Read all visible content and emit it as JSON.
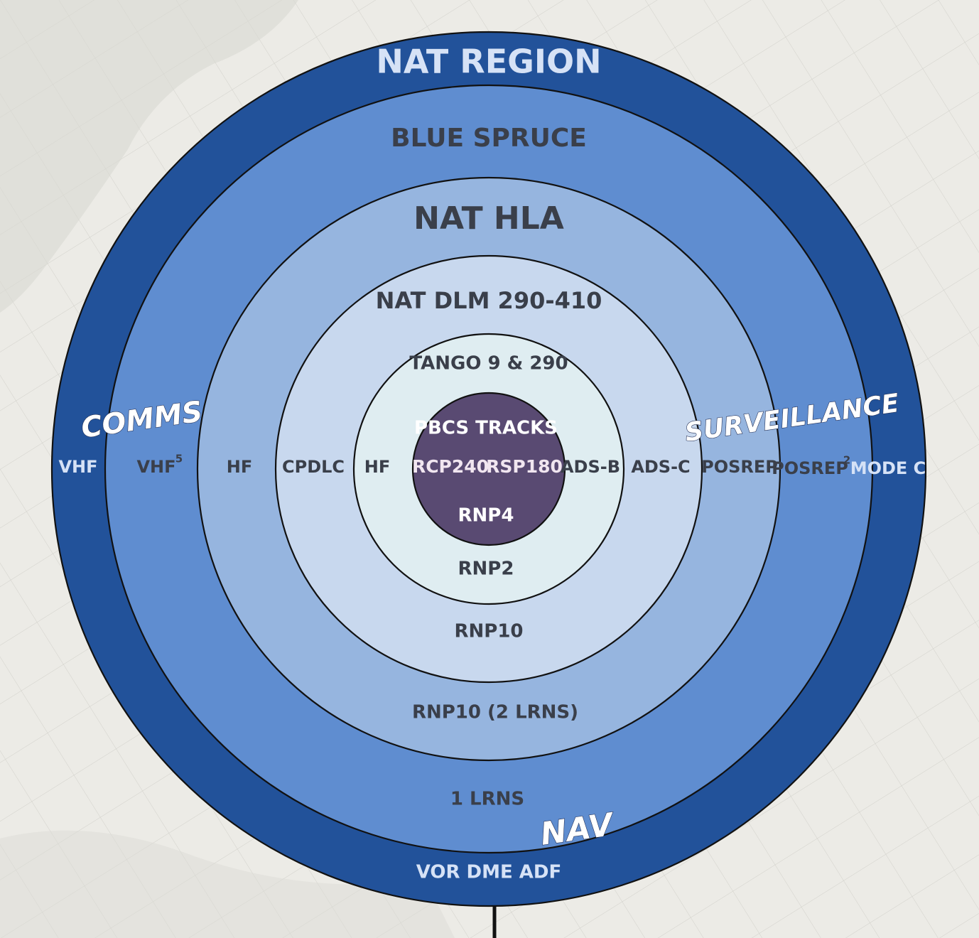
{
  "rings": {
    "nat_region": "NAT REGION",
    "blue_spruce": "BLUE SPRUCE",
    "nat_hla": "NAT HLA",
    "nat_dlm": "NAT  DLM 290-410",
    "tango": "TANGO 9 & 290",
    "pbcs": "PBCS TRACKS"
  },
  "categories": {
    "comms": "COMMS",
    "surveillance": "SURVEILLANCE",
    "nav": "NAV"
  },
  "comms": {
    "nat_region": "VHF",
    "blue_spruce": "VHF",
    "blue_spruce_sup": "5",
    "nat_hla": "HF",
    "nat_dlm": "CPDLC",
    "tango": "HF",
    "pbcs": "RCP240"
  },
  "surveillance": {
    "pbcs": "RSP180",
    "tango": "ADS-B",
    "nat_dlm": "ADS-C",
    "nat_hla": "POSREP",
    "blue_spruce": "POSREP",
    "blue_spruce_sup": "2",
    "nat_region": "MODE C"
  },
  "nav": {
    "pbcs": "RNP4",
    "tango": "RNP2",
    "nat_dlm": "RNP10",
    "nat_hla": "RNP10 (2 LRNS)",
    "blue_spruce": "1 LRNS",
    "nat_region": "VOR DME ADF"
  },
  "colors": {
    "ring_nat_region": "#22529a",
    "ring_blue_spruce": "#5f8dd0",
    "ring_nat_hla": "#96b5df",
    "ring_nat_dlm": "#c8d8ee",
    "ring_tango": "#dfedf1",
    "ring_pbcs": "#594a72",
    "background": "#ecebe6"
  }
}
